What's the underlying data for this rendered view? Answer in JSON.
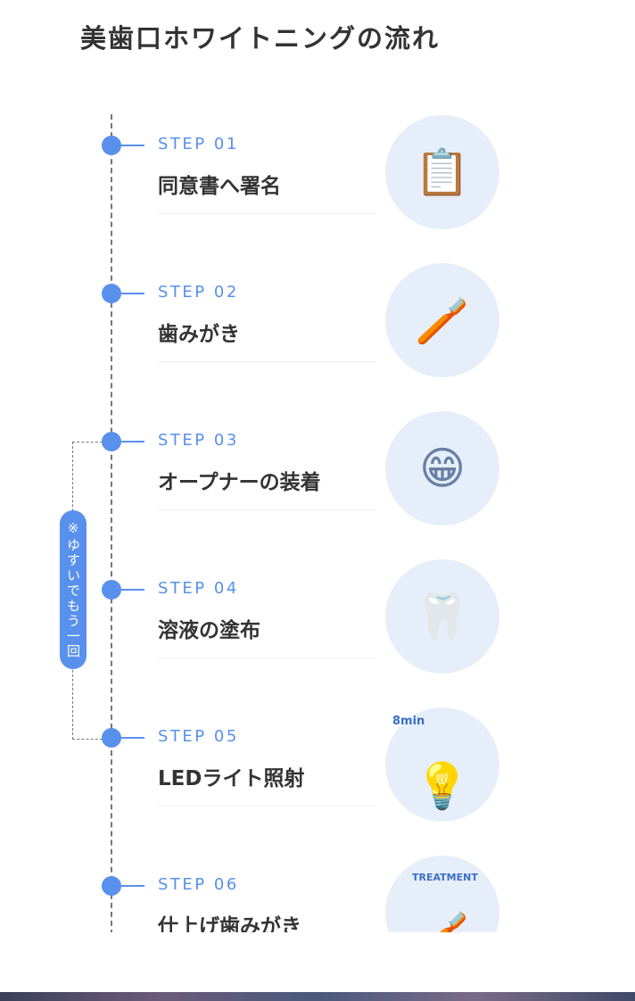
{
  "title": "美歯口ホワイトニングの流れ",
  "loop_note": "※ゆすいでもう一回",
  "colors": {
    "accent": "#5890ec",
    "text": "#333333",
    "image_bg": "#e6eefa"
  },
  "steps": [
    {
      "label": "STEP 01",
      "title": "同意書へ署名",
      "icon": "clipboard-signature-icon",
      "glyph": "📋"
    },
    {
      "label": "STEP 02",
      "title": "歯みがき",
      "icon": "toothpaste-toothbrush-icon",
      "glyph": "🪥"
    },
    {
      "label": "STEP 03",
      "title": "オープナーの装着",
      "icon": "mouth-opener-face-icon",
      "glyph": "😁"
    },
    {
      "label": "STEP 04",
      "title": "溶液の塗布",
      "icon": "teeth-spray-icon",
      "glyph": "🦷"
    },
    {
      "label": "STEP 05",
      "title": "LEDライト照射",
      "icon": "led-light-timer-icon",
      "glyph": "💡",
      "badge": "8min"
    },
    {
      "label": "STEP 06",
      "title": "仕上げ歯みがき",
      "icon": "treatment-toothbrush-icon",
      "glyph": "🪥",
      "badge": "TREATMENT"
    }
  ]
}
